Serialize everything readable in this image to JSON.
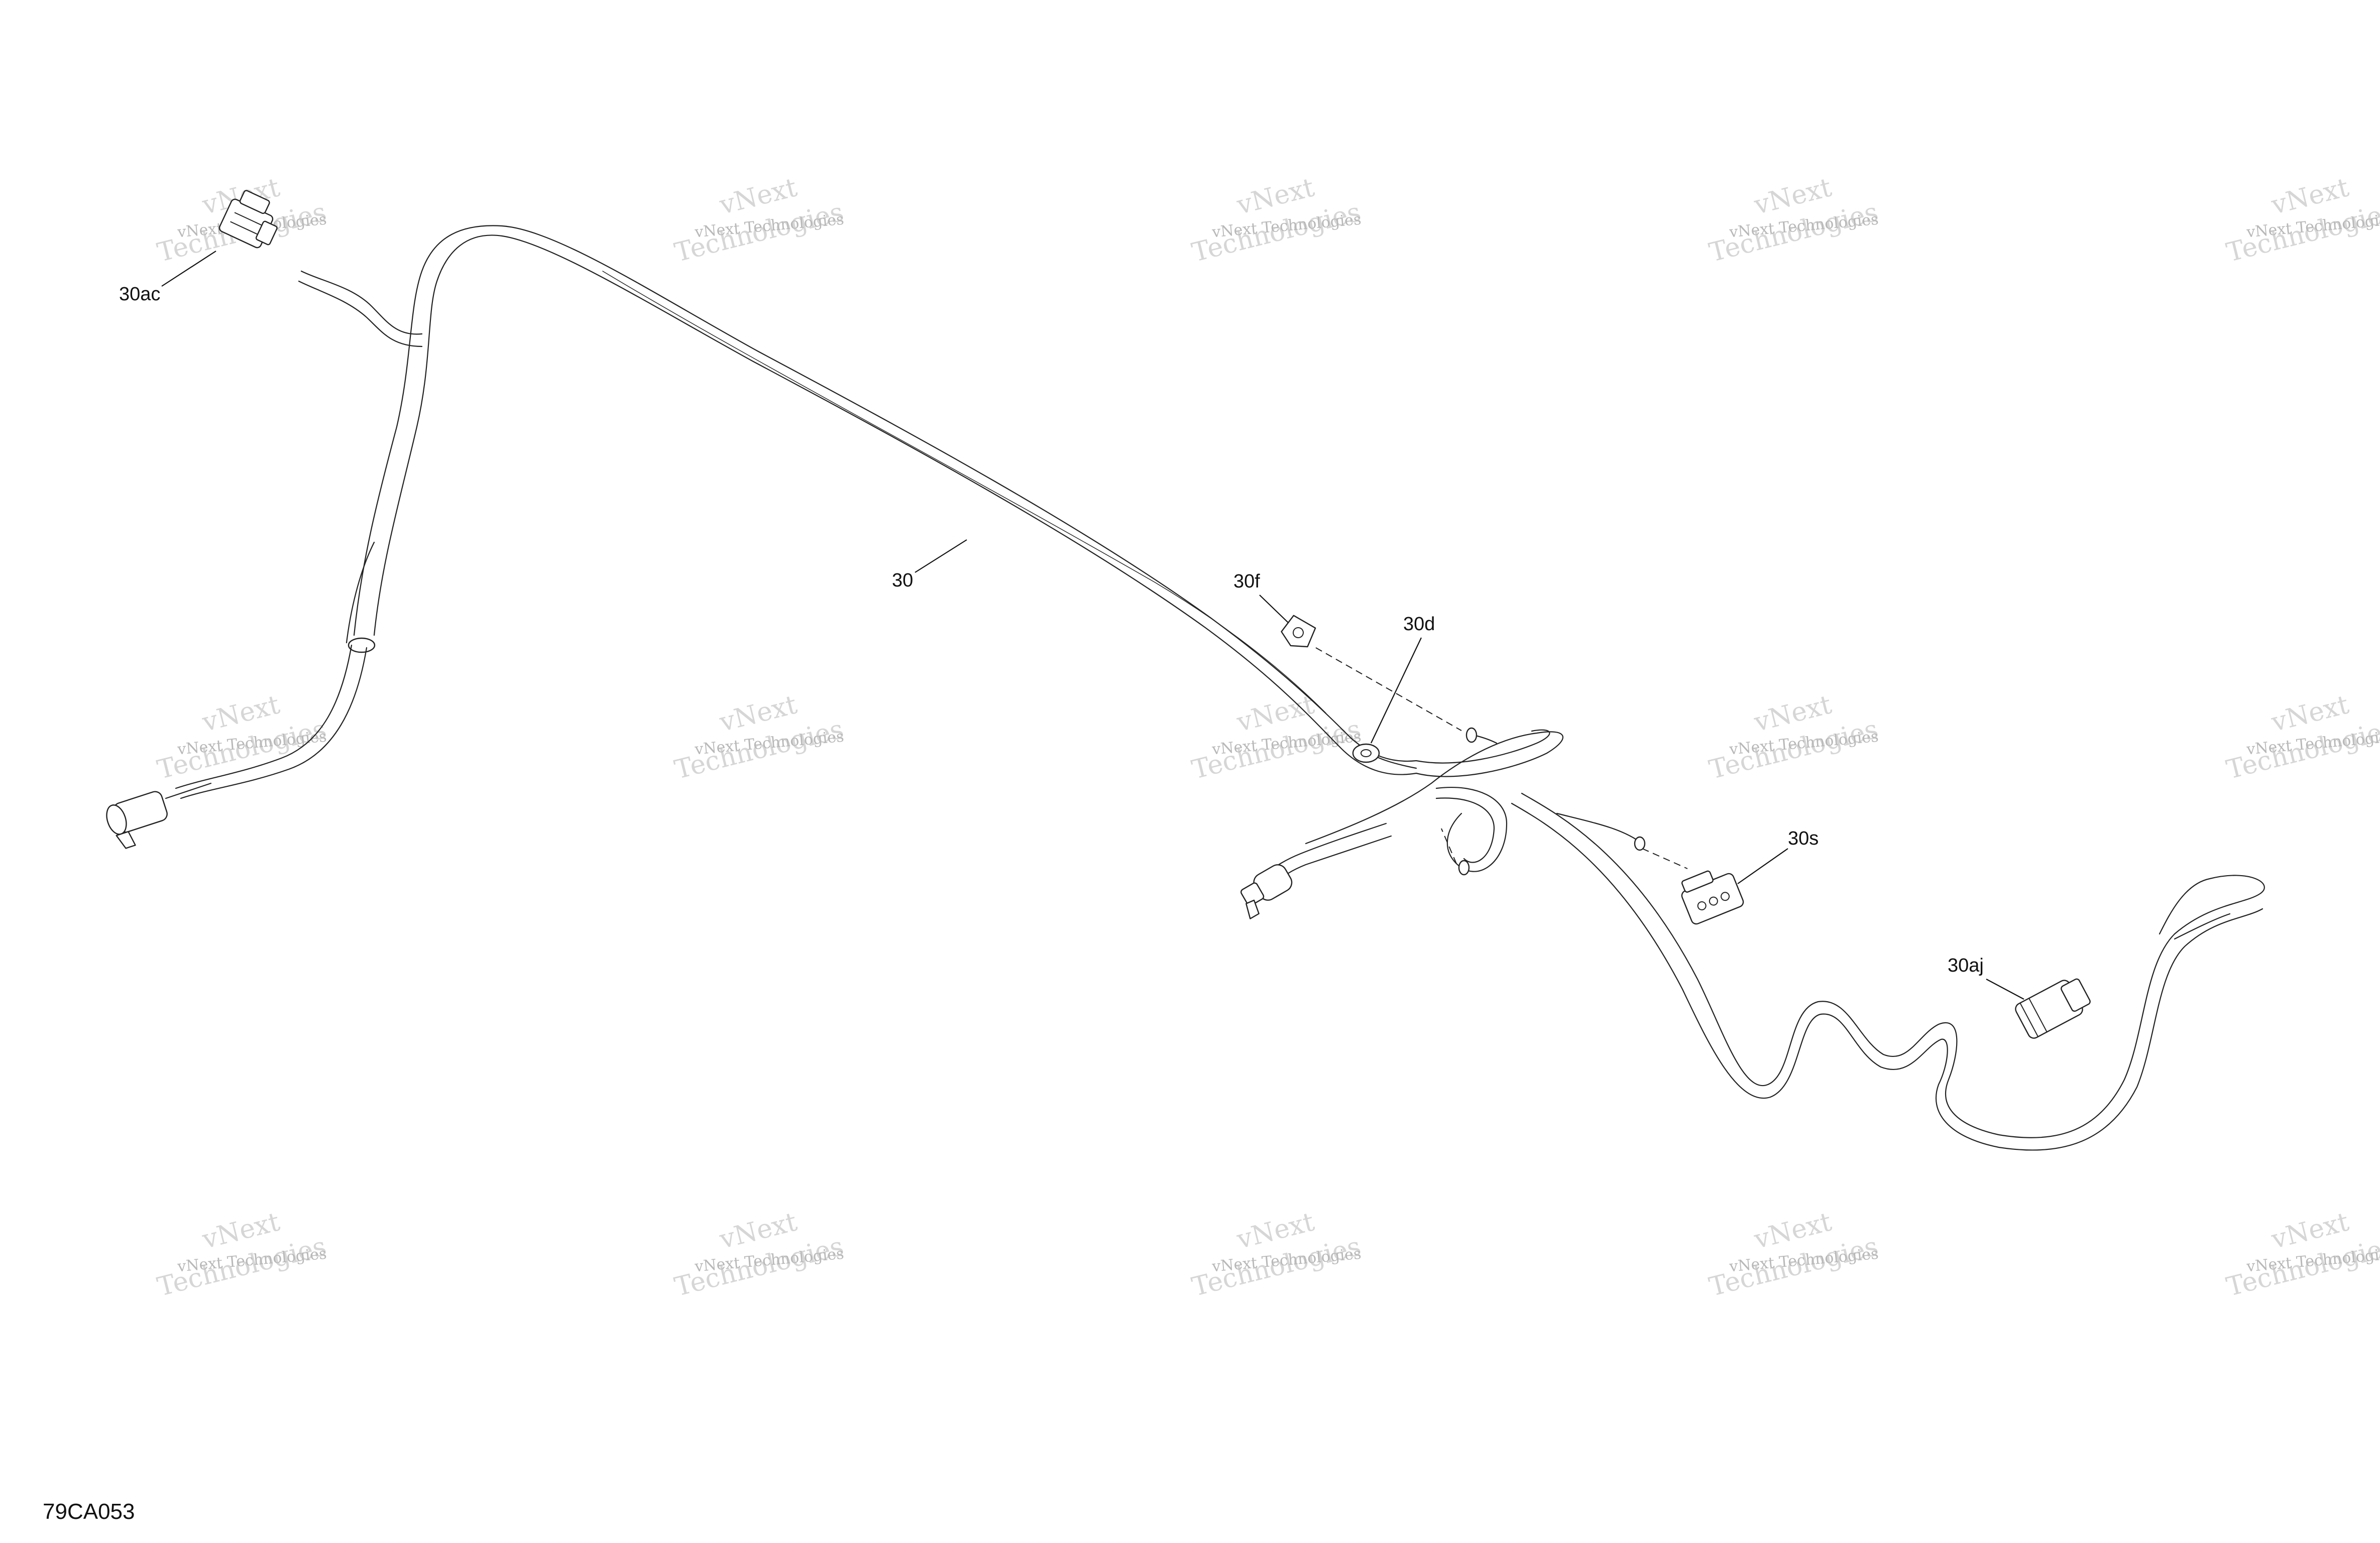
{
  "figure_id": "79CA053",
  "callouts": {
    "c30ac": "30ac",
    "c30": "30",
    "c30f": "30f",
    "c30d": "30d",
    "c30s": "30s",
    "c30aj": "30aj"
  },
  "watermark": {
    "line_small": "vNext Technologies",
    "line_big_1": "vNext",
    "line_big_2": "Technologies"
  }
}
